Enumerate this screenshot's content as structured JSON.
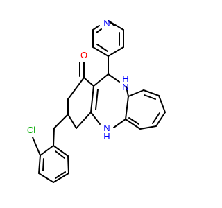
{
  "atoms": {
    "n_pyridine": {
      "text": "N",
      "color": "#0000ff"
    },
    "o_ketone": {
      "text": "O",
      "color": "#ff0000"
    },
    "nh_top": {
      "text": "H",
      "color": "#0000ff"
    },
    "n_top": {
      "text": "N",
      "color": "#0000ff"
    },
    "n_bottom": {
      "text": "N",
      "color": "#0000ff"
    },
    "nh_bottom": {
      "text": "H",
      "color": "#0000ff"
    },
    "cl": {
      "text": "Cl",
      "color": "#00aa00"
    }
  }
}
